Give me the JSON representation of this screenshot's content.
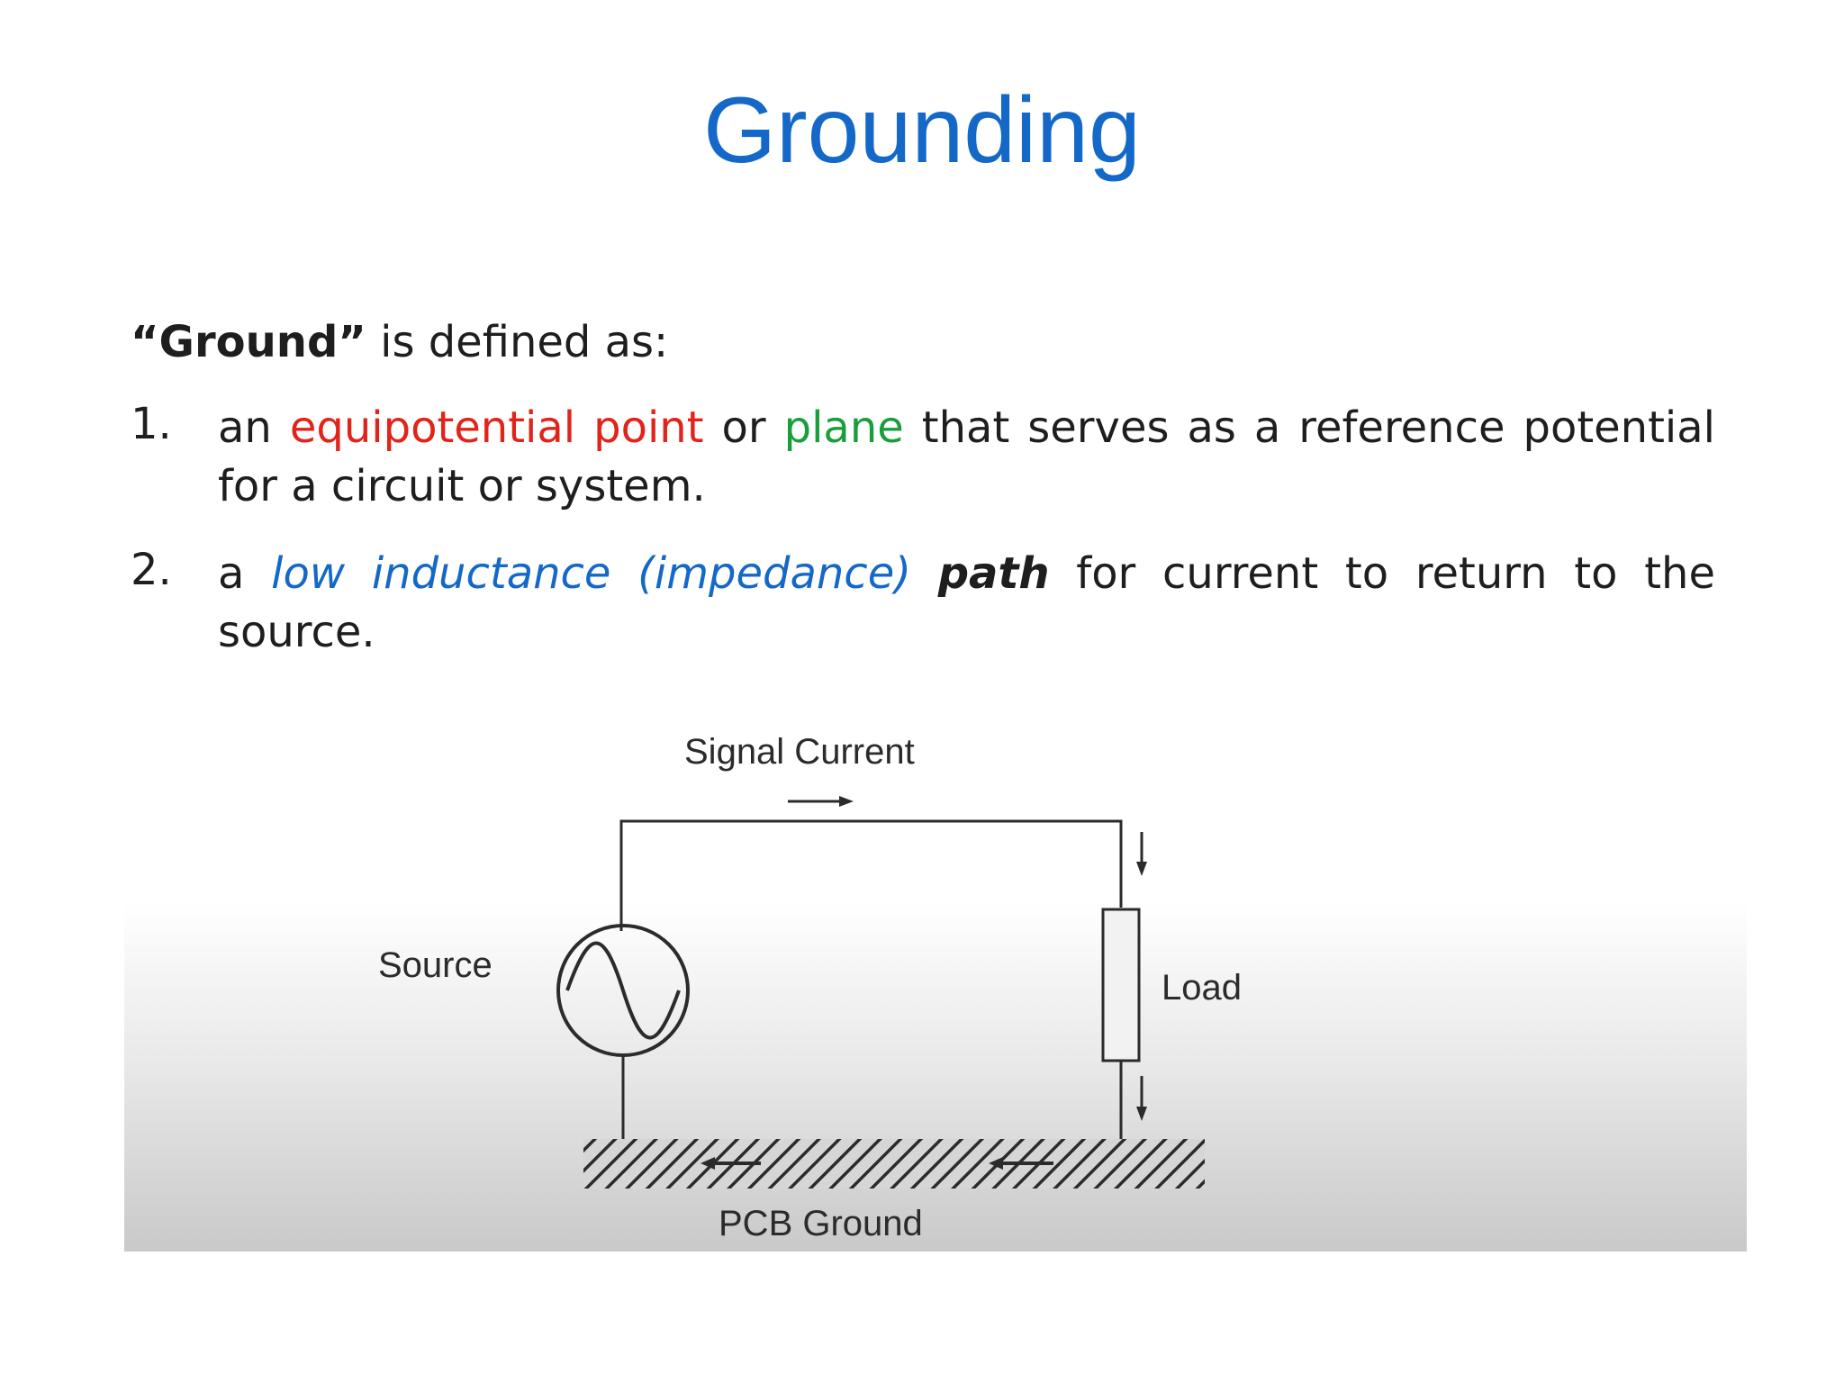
{
  "slide": {
    "title": "Grounding",
    "title_color": "#1468c8"
  },
  "definition": {
    "term": "“Ground”",
    "intro_rest": " is defined as:",
    "items": [
      {
        "number": "1.",
        "segments": [
          {
            "text": "an ",
            "style": "plain"
          },
          {
            "text": "equipotential point",
            "style": "red"
          },
          {
            "text": " or ",
            "style": "plain"
          },
          {
            "text": "plane",
            "style": "green"
          },
          {
            "text": " that serves as a reference potential for a circuit or system.",
            "style": "plain"
          }
        ]
      },
      {
        "number": "2.",
        "segments": [
          {
            "text": "a ",
            "style": "plain"
          },
          {
            "text": "low inductance (impedance)",
            "style": "blue-italic"
          },
          {
            "text": " ",
            "style": "plain"
          },
          {
            "text": "path",
            "style": "bold-italic"
          },
          {
            "text": " for current to return to the source.",
            "style": "plain"
          }
        ]
      }
    ],
    "colors": {
      "text": "#1e1e1e",
      "red": "#e2231a",
      "green": "#1a9e3c",
      "blue": "#1468c8"
    }
  },
  "diagram": {
    "signal_label": "Signal Current",
    "source_label": "Source",
    "load_label": "Load",
    "ground_label": "PCB Ground",
    "line_color": "#2b2b2b"
  }
}
